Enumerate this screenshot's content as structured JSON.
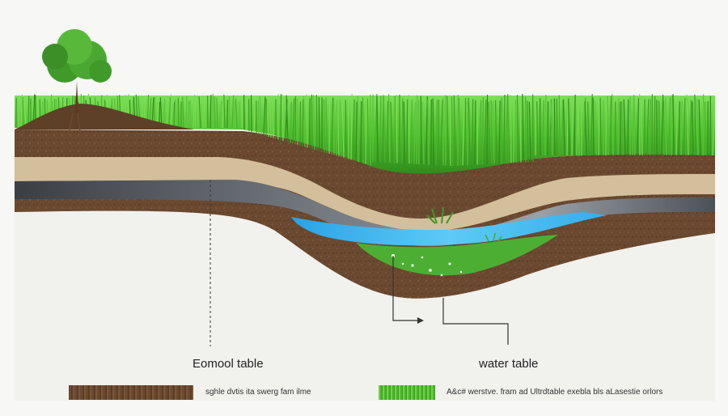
{
  "labels": {
    "left_callout": "Eomool table",
    "right_callout": "water table"
  },
  "legend": [
    {
      "swatch": "soil",
      "text": "sghle dvtis ita swerg fam ilme"
    },
    {
      "swatch": "grass",
      "text": "A&c# werstve. fram ad Ultrdtable exebla bls aLasestie orlors"
    }
  ],
  "colors": {
    "background": "#f7f7f6",
    "soil": "#6b4a2e",
    "soil_dark": "#553821",
    "sand": "#d3bf9b",
    "gray_band": "#4a4e53",
    "water": "#46b8ee",
    "grass": "#5cc43a",
    "pale_ground": "#f1f1ee"
  }
}
